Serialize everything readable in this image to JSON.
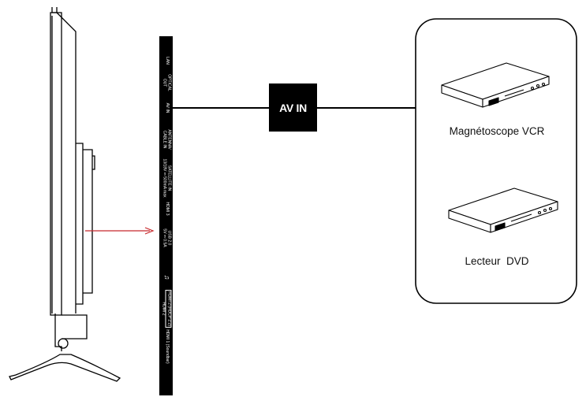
{
  "ports": [
    {
      "id": "lan",
      "lines": [
        "LAN"
      ]
    },
    {
      "id": "optical",
      "lines": [
        "OPTICAL",
        "OUT"
      ]
    },
    {
      "id": "av-in",
      "lines": [
        "AV IN"
      ]
    },
    {
      "id": "antenna",
      "lines": [
        "ANTENNA/",
        "CABLE IN"
      ]
    },
    {
      "id": "satellite",
      "lines": [
        "SATELLITE IN",
        "13/18V ⎓ 500mA max"
      ]
    },
    {
      "id": "hdmi3",
      "lines": [
        "HDMI 3"
      ]
    },
    {
      "id": "usb",
      "lines": [
        "USB 2.0",
        "5V ⎓ 0.5A"
      ]
    },
    {
      "id": "headphone",
      "lines": [
        "♫"
      ]
    },
    {
      "id": "hdmi2",
      "lines": [
        "HDMI 2"
      ],
      "boxed": "HDMI 2 (HDCP 2.2)"
    },
    {
      "id": "hdmi1",
      "lines": [
        "HDMI 1 (Soundbar)"
      ]
    }
  ],
  "connector_label": "AV IN",
  "devices": [
    {
      "id": "vcr",
      "label": "Magnétoscope VCR"
    },
    {
      "id": "dvd",
      "label": "Lecteur  DVD"
    }
  ],
  "colors": {
    "panel": "#000000",
    "pointer_arrow": "#c8282c",
    "line": "#000000"
  },
  "icons": {
    "tv": "tv-side-view-icon",
    "vcr": "vcr-player-icon",
    "dvd": "dvd-player-icon",
    "headphone": "headphone-jack-icon"
  }
}
